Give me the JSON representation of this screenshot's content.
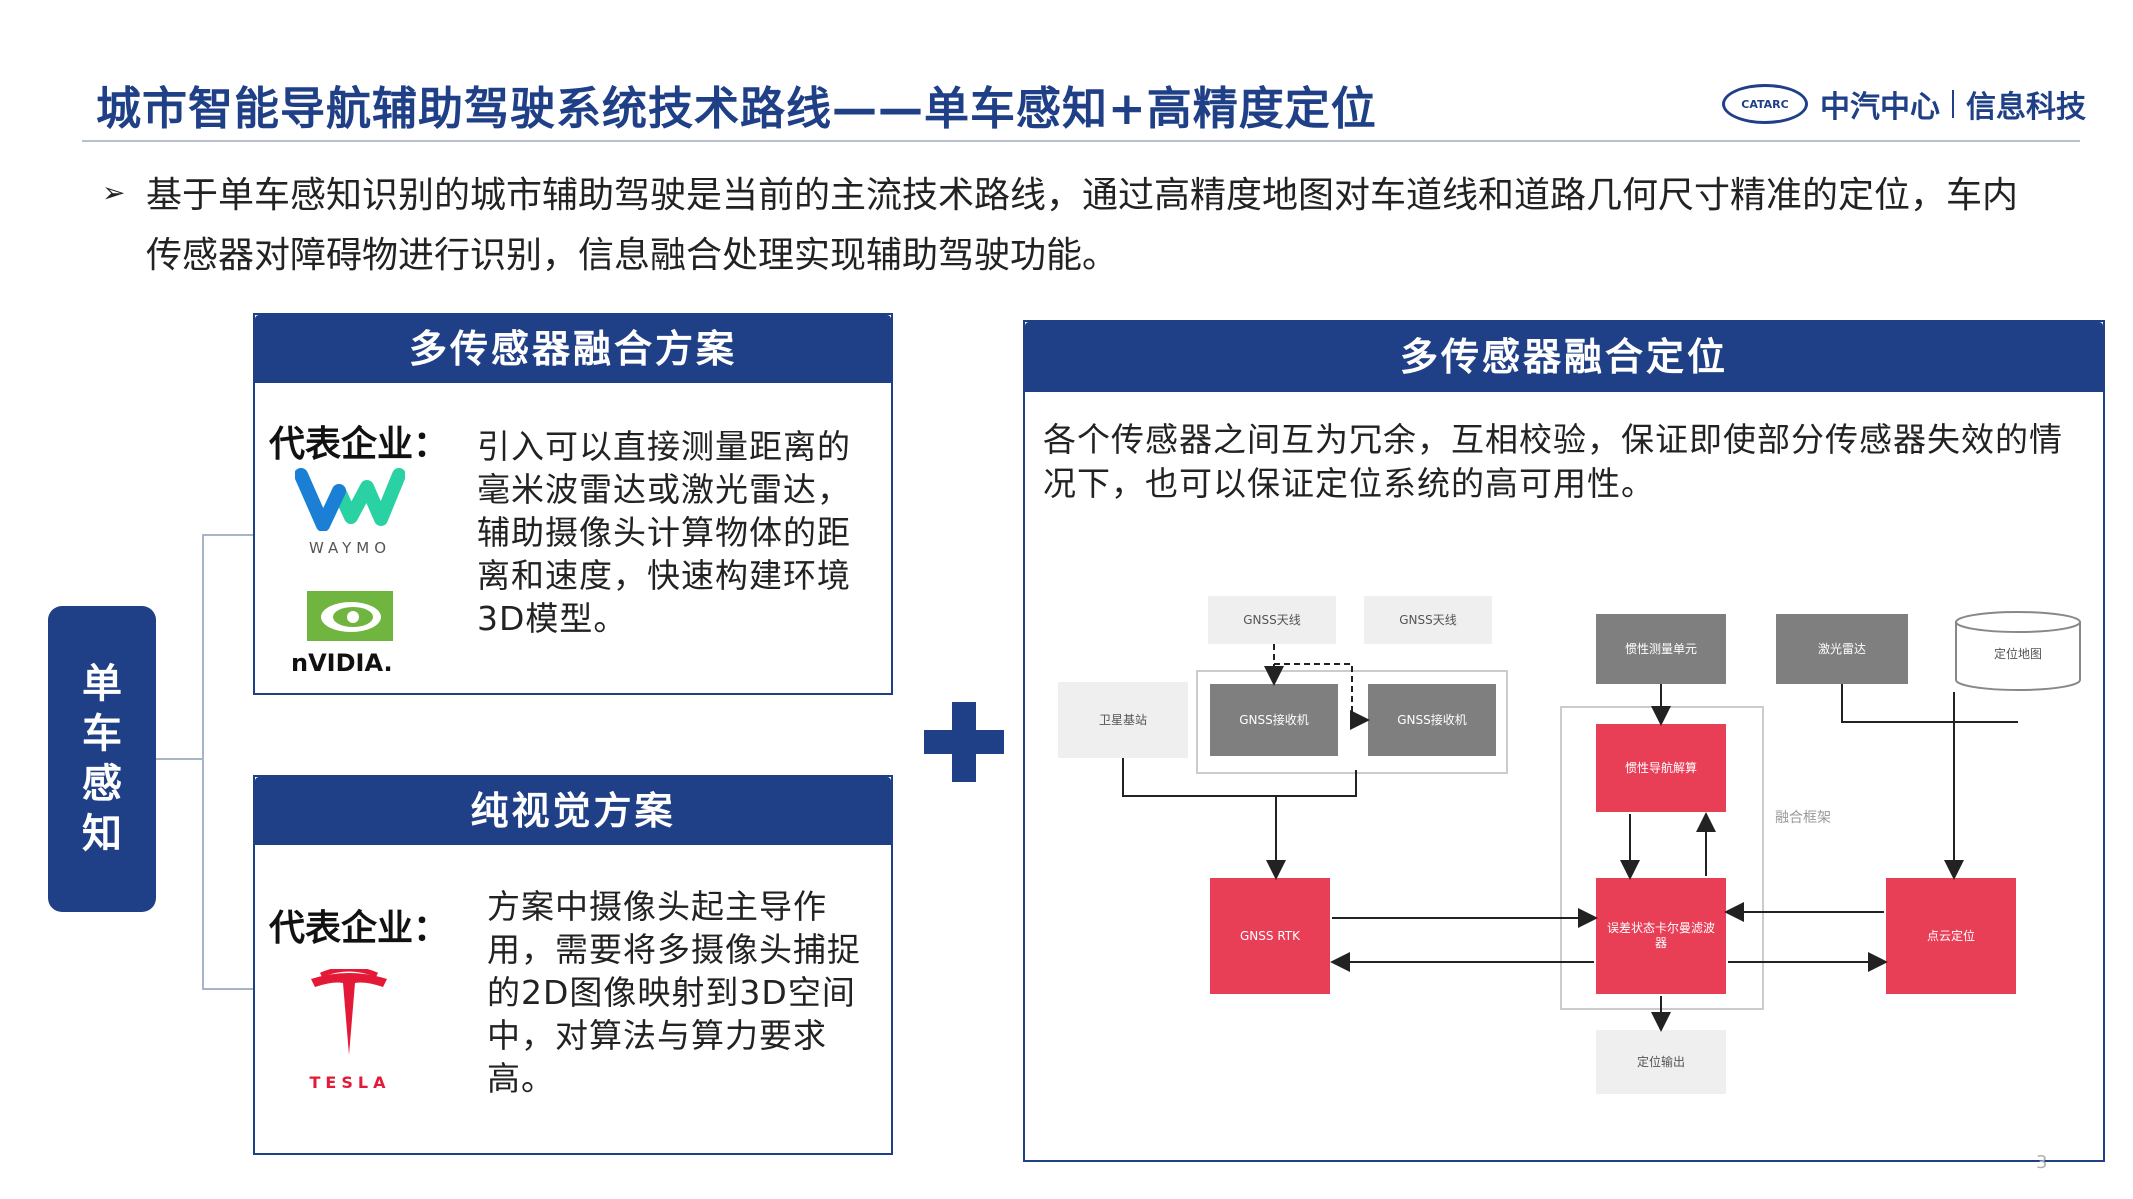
{
  "header": {
    "title": "城市智能导航辅助驾驶系统技术路线——单车感知+高精度定位",
    "logo_mark": "CATARC",
    "logo_left": "中汽中心",
    "logo_right": "信息科技"
  },
  "intro": {
    "bullet": "➢",
    "text": "基于单车感知识别的城市辅助驾驶是当前的主流技术路线，通过高精度地图对车道线和道路几何尺寸精准的定位，车内传感器对障碍物进行识别，信息融合处理实现辅助驾驶功能。"
  },
  "side_label": [
    "单",
    "车",
    "感",
    "知"
  ],
  "panel_multi": {
    "title": "多传感器融合方案",
    "company_label": "代表企业：",
    "logo_1": "WAYMO",
    "logo_2": "nVIDIA.",
    "description": "引入可以直接测量距离的毫米波雷达或激光雷达，辅助摄像头计算物体的距离和速度，快速构建环境3D模型。"
  },
  "panel_vision": {
    "title": "纯视觉方案",
    "company_label": "代表企业：",
    "logo_1": "TESLA",
    "description": "方案中摄像头起主导作用，需要将多摄像头捕捉的2D图像映射到3D空间中，对算法与算力要求高。"
  },
  "panel_positioning": {
    "title": "多传感器融合定位",
    "description": "各个传感器之间互为冗余，互相校验，保证即使部分传感器失效的情况下，也可以保证定位系统的高可用性。"
  },
  "diagram": {
    "gnss_antenna_1": "GNSS天线",
    "gnss_antenna_2": "GNSS天线",
    "satellite_station": "卫星基站",
    "gnss_receiver_1": "GNSS接收机",
    "gnss_receiver_2": "GNSS接收机",
    "imu": "惯性测量单元",
    "inertial_nav": "惯性导航解算",
    "lidar": "激光雷达",
    "map": "定位地图",
    "fusion_frame": "融合框架",
    "gnss_rtk": "GNSS RTK",
    "kalman": "误差状态卡尔曼滤波器",
    "point_cloud": "点云定位",
    "output": "定位输出"
  },
  "page_number": "3",
  "colors": {
    "brand": "#1f3f86",
    "red": "#e83f57",
    "gray": "#7f7f7f",
    "light": "#efefef"
  }
}
